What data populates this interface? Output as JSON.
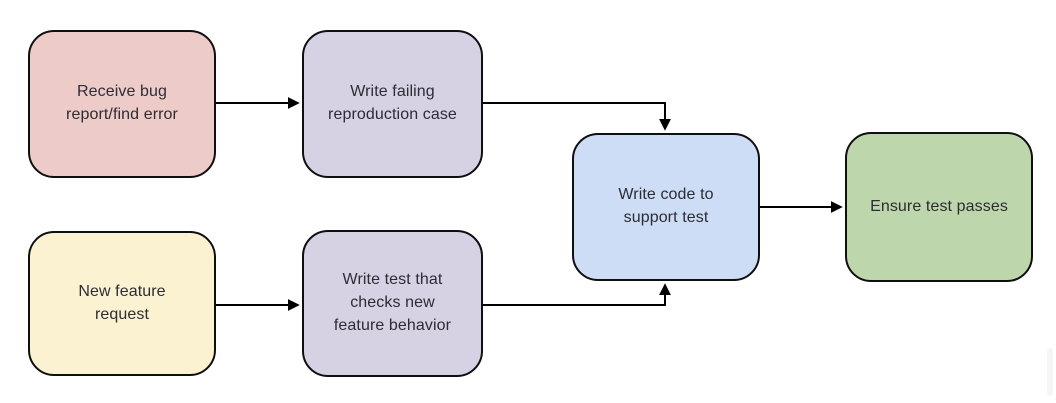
{
  "diagram": {
    "name": "test-driven-development-flowchart",
    "background_color": "#ffffff",
    "stroke_color": "#0f0f0f",
    "arrow_color": "#000000",
    "text_color": "#2c2c34",
    "nodes": [
      {
        "id": "receive-bug-report",
        "label": "Receive bug report/find error",
        "fill": "#edcbc9"
      },
      {
        "id": "write-failing-repro",
        "label": "Write failing reproduction case",
        "fill": "#d6d2e4"
      },
      {
        "id": "new-feature-request",
        "label": "New feature request",
        "fill": "#fbf2d1"
      },
      {
        "id": "write-test-checks-feature",
        "label": "Write test that checks new feature behavior",
        "fill": "#d6d2e4"
      },
      {
        "id": "write-code-support-test",
        "label": "Write code to support test",
        "fill": "#cdddf5"
      },
      {
        "id": "ensure-test-passes",
        "label": "Ensure test passes",
        "fill": "#bdd6ab"
      }
    ],
    "edges": [
      {
        "from": "receive-bug-report",
        "to": "write-failing-repro"
      },
      {
        "from": "write-failing-repro",
        "to": "write-code-support-test"
      },
      {
        "from": "new-feature-request",
        "to": "write-test-checks-feature"
      },
      {
        "from": "write-test-checks-feature",
        "to": "write-code-support-test"
      },
      {
        "from": "write-code-support-test",
        "to": "ensure-test-passes"
      }
    ]
  }
}
